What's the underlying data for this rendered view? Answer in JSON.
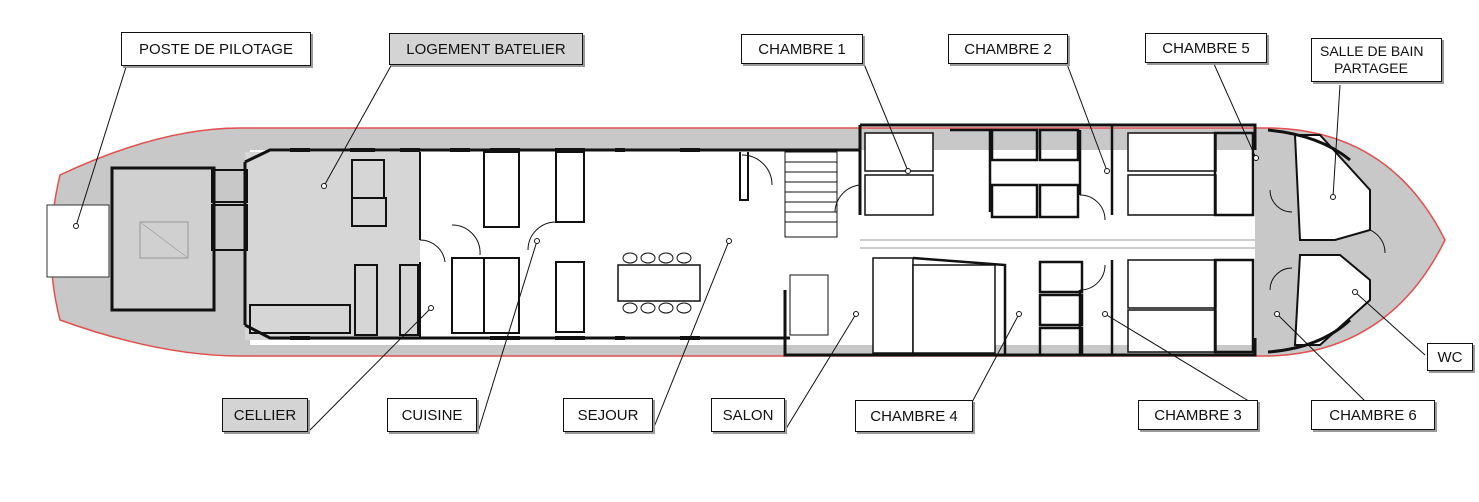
{
  "labels": {
    "poste_pilotage": "POSTE DE PILOTAGE",
    "logement_batelier": "LOGEMENT BATELIER",
    "chambre_1": "CHAMBRE  1",
    "chambre_2": "CHAMBRE  2",
    "chambre_5": "CHAMBRE  5",
    "salle_de_bain_line1": "SALLE DE BAIN",
    "salle_de_bain_line2": "PARTAGEE",
    "wc": "WC",
    "cellier": "CELLIER",
    "cuisine": "CUISINE",
    "sejour": "SEJOUR",
    "salon": "SALON",
    "chambre_4": "CHAMBRE  4",
    "chambre_3": "CHAMBRE  3",
    "chambre_6": "CHAMBRE  6"
  },
  "colors": {
    "hull_fill": "#c8c8c8",
    "shaded_room": "#d6d6d6",
    "hull_outline": "#e05050",
    "wall": "#111111"
  }
}
